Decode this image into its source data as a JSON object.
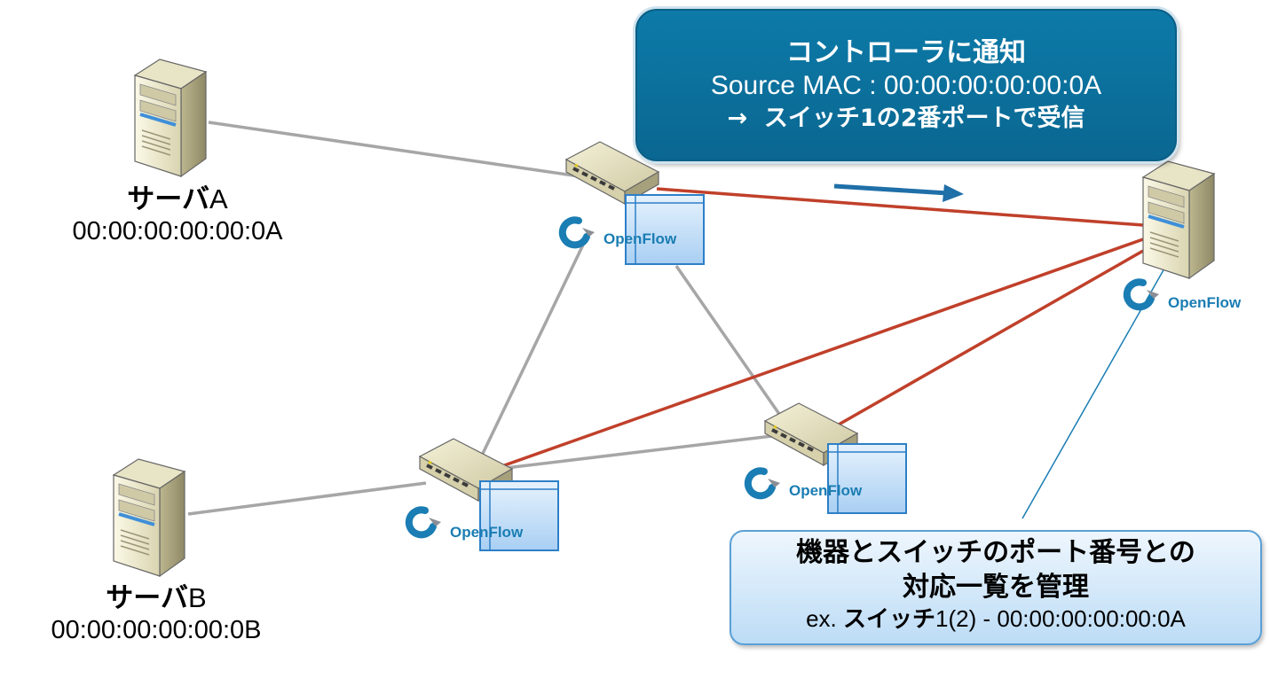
{
  "servers": [
    {
      "name": "サーバ",
      "suffix": "A",
      "mac": "00:00:00:00:00:0A"
    },
    {
      "name": "サーバ",
      "suffix": "B",
      "mac": "00:00:00:00:00:0B"
    }
  ],
  "openflow_label": "OpenFlow",
  "notify_callout": {
    "title": "コントローラに通知",
    "source": "Source MAC : 00:00:00:00:00:0A",
    "arrow": "→",
    "received": "スイッチ1の2番ポートで受信"
  },
  "table_callout": {
    "line1": "機器とスイッチのポート番号との",
    "line2": "対応一覧を管理",
    "example_prefix": "ex. ",
    "example_switch": "スイッチ",
    "example_rest": "1(2) - 00:00:00:00:00:0A"
  },
  "colors": {
    "plain_link": "#a6a6a6",
    "control_link": "#c0402a",
    "notify_arrow": "#1f6fa8",
    "callout_fill": "#0d7aa8",
    "table_fill": "#cfe6fa",
    "openflow_blue": "#1a7db3"
  }
}
